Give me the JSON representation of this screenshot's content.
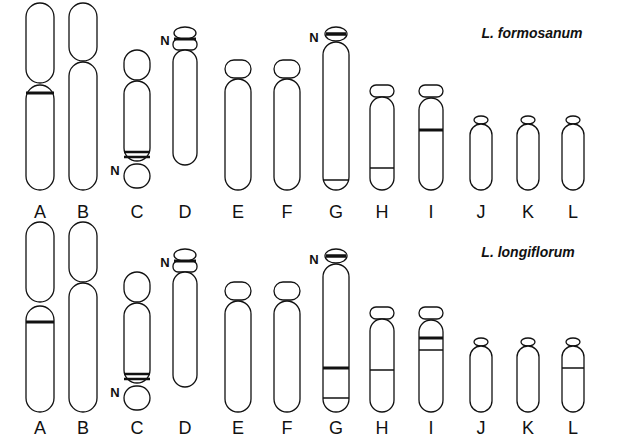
{
  "diagram": {
    "labels": [
      "L. formosanum",
      "N",
      "N",
      "N",
      "A",
      "B",
      "C",
      "D",
      "E",
      "F",
      "G",
      "H",
      "I",
      "J",
      "K",
      "L",
      "L. longiflorum",
      "N",
      "N",
      "N",
      "A",
      "B",
      "C",
      "D",
      "E",
      "F",
      "G",
      "H",
      "I",
      "J",
      "K",
      "L"
    ]
  }
}
